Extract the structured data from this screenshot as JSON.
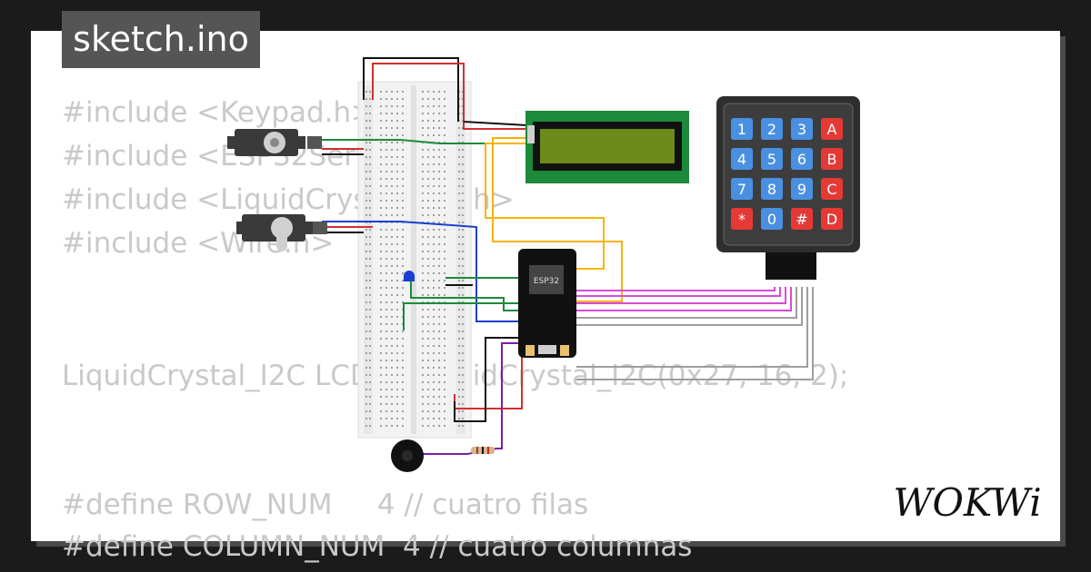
{
  "file_tab": {
    "label": "sketch.ino"
  },
  "code_lines": [
    "#include <Keypad.h>",
    "#include <ESP32Servo.h>",
    "#include <LiquidCrystal_I2C.h>",
    "#include <Wire.h>",
    "LiquidCrystal_I2C LCD = LiquidCrystal_I2C(0x27, 16, 2);",
    "#define ROW_NUM     4 // cuatro filas",
    "#define COLUMN_NUM  4 // cuatro columnas"
  ],
  "esp32": {
    "label": "ESP32"
  },
  "keypad": {
    "keys": [
      "1",
      "2",
      "3",
      "A",
      "4",
      "5",
      "6",
      "B",
      "7",
      "8",
      "9",
      "C",
      "*",
      "0",
      "#",
      "D"
    ]
  },
  "brand": {
    "logo_text": "WOKWi"
  },
  "colors": {
    "background": "#1b1b1b",
    "card": "#ffffff",
    "code_text": "#c9c9c9",
    "key_blue": "#4a90e2",
    "key_red": "#e53935",
    "lcd_green": "#1b8a3a",
    "lcd_screen": "#6b8a1a"
  },
  "icons": [
    "servo-motor-icon",
    "breadboard-icon",
    "lcd-icon",
    "keypad-icon",
    "esp32-icon",
    "buzzer-icon",
    "resistor-icon",
    "led-icon",
    "wokwi-logo-icon"
  ]
}
